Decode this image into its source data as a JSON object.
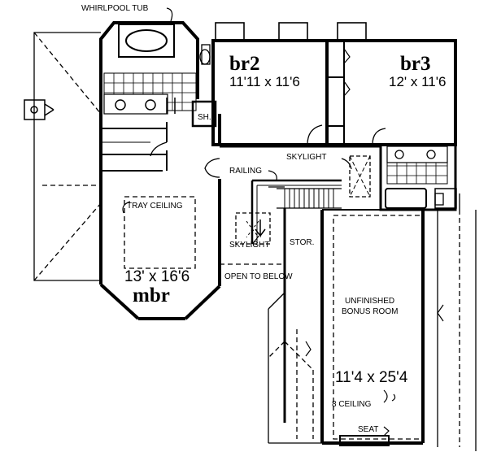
{
  "labels": {
    "whirlpool_tub": "WHIRLPOOL TUB",
    "br2": "br2",
    "br2_size": "11'11 x 11'6",
    "br3": "br3",
    "br3_size": "12' x 11'6",
    "sh": "SH.",
    "skylight_top": "SKYLIGHT",
    "railing": "RAILING",
    "tray_ceiling": "TRAY CEILING",
    "skylight_lower": "SKYLIGHT",
    "stor": "STOR.",
    "open_to_below": "OPEN TO BELOW",
    "mbr_size": "13' x 16'6",
    "mbr": "mbr",
    "unfinished_line1": "UNFINISHED",
    "unfinished_line2": "BONUS ROOM",
    "bonus_size": "11'4 x 25'4",
    "ceiling": "8 CEILING",
    "seat": "SEAT"
  },
  "colors": {
    "ink": "#000000",
    "paper": "#ffffff"
  }
}
